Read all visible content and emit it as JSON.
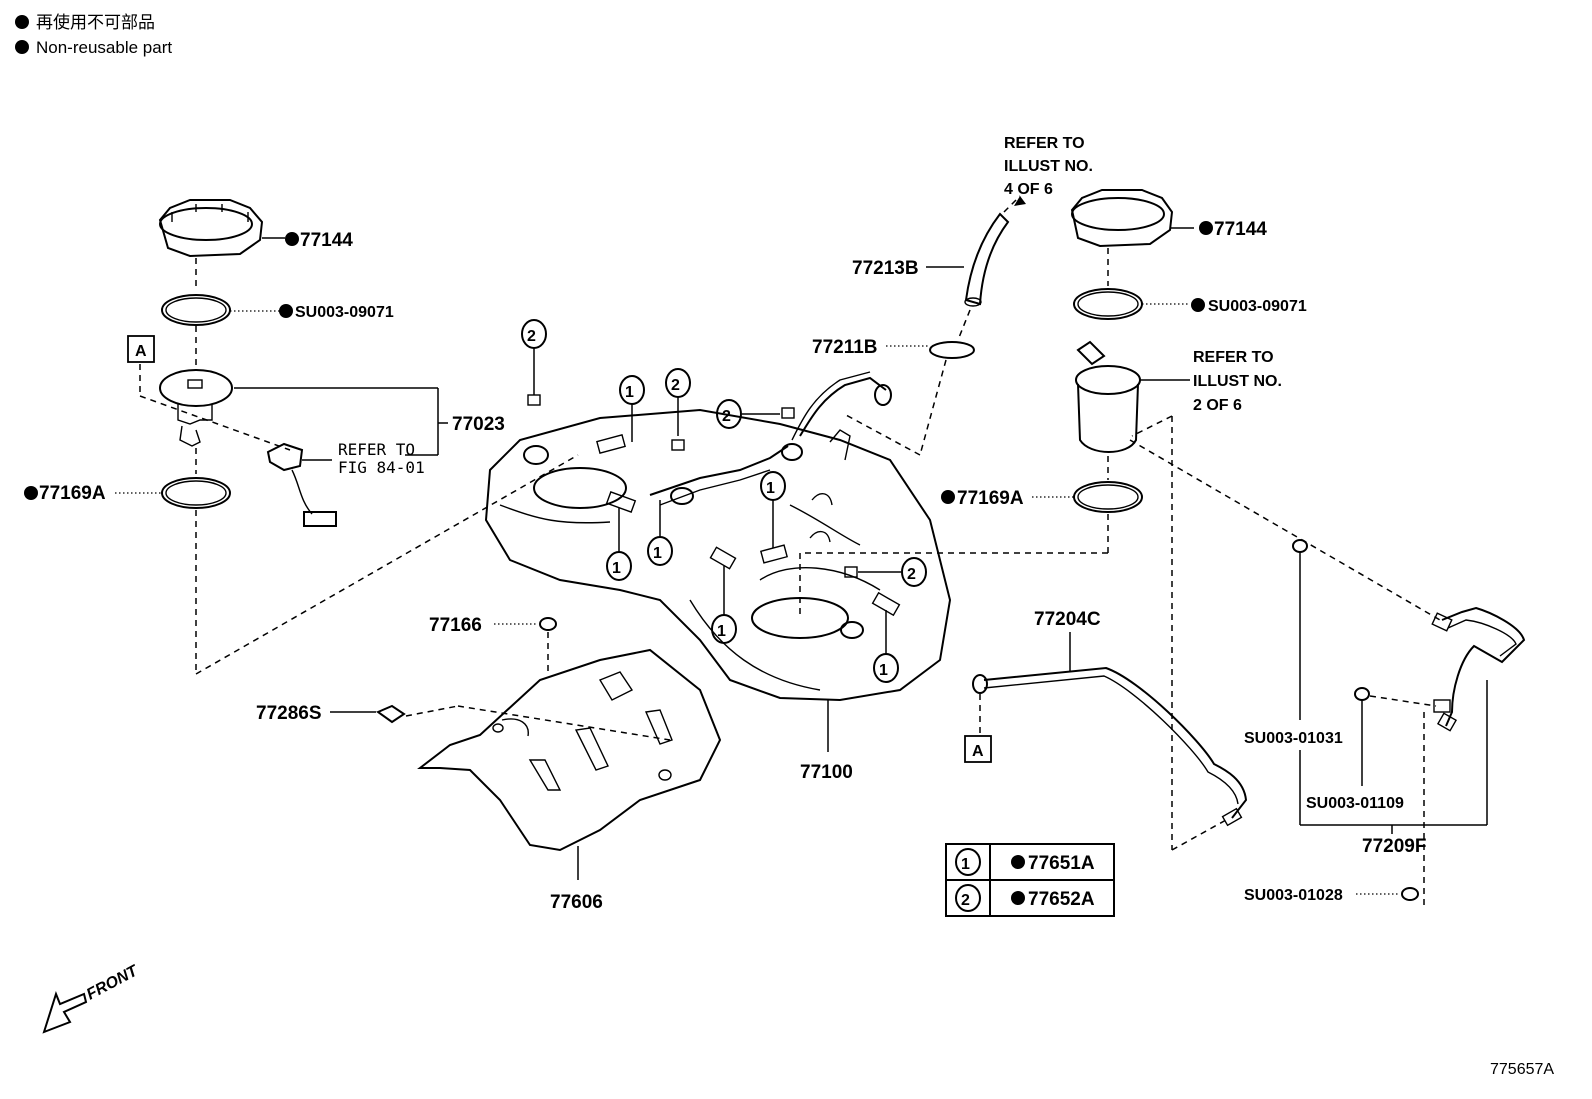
{
  "legend": {
    "line1": "再使用不可部品",
    "line2": "Non-reusable part"
  },
  "parts": {
    "lock_ring_left": "77144",
    "gasket_left_top": "SU003-09071",
    "gauge_sender": "77023",
    "refer_fig_line1": "REFER TO",
    "refer_fig_line2": "FIG 84-01",
    "gasket_left_bottom": "77169A",
    "marker_a_left": "A",
    "tank": "77100",
    "protector": "77606",
    "protector_grommet": "77166",
    "clamp_left": "77286S",
    "hose": "77213B",
    "hose_clamp": "77211B",
    "refer_illust4_line1": "REFER TO",
    "refer_illust4_line2": "ILLUST NO.",
    "refer_illust4_line3": "4 OF 6",
    "lock_ring_right": "77144",
    "gasket_right_top": "SU003-09071",
    "refer_illust2_line1": "REFER TO",
    "refer_illust2_line2": "ILLUST NO.",
    "refer_illust2_line3": "2 OF 6",
    "gasket_right_bottom": "77169A",
    "tube": "77204C",
    "marker_a_right": "A",
    "fuel_tube_assy": "77209F",
    "clip_a": "SU003-01031",
    "clip_b": "SU003-01109",
    "clip_c": "SU003-01028"
  },
  "callout_table": {
    "rows": [
      {
        "key": "1",
        "part": "77651A"
      },
      {
        "key": "2",
        "part": "77652A"
      }
    ]
  },
  "callout_1": "1",
  "callout_2": "2",
  "front_label": "FRONT",
  "figure_id": "775657A"
}
